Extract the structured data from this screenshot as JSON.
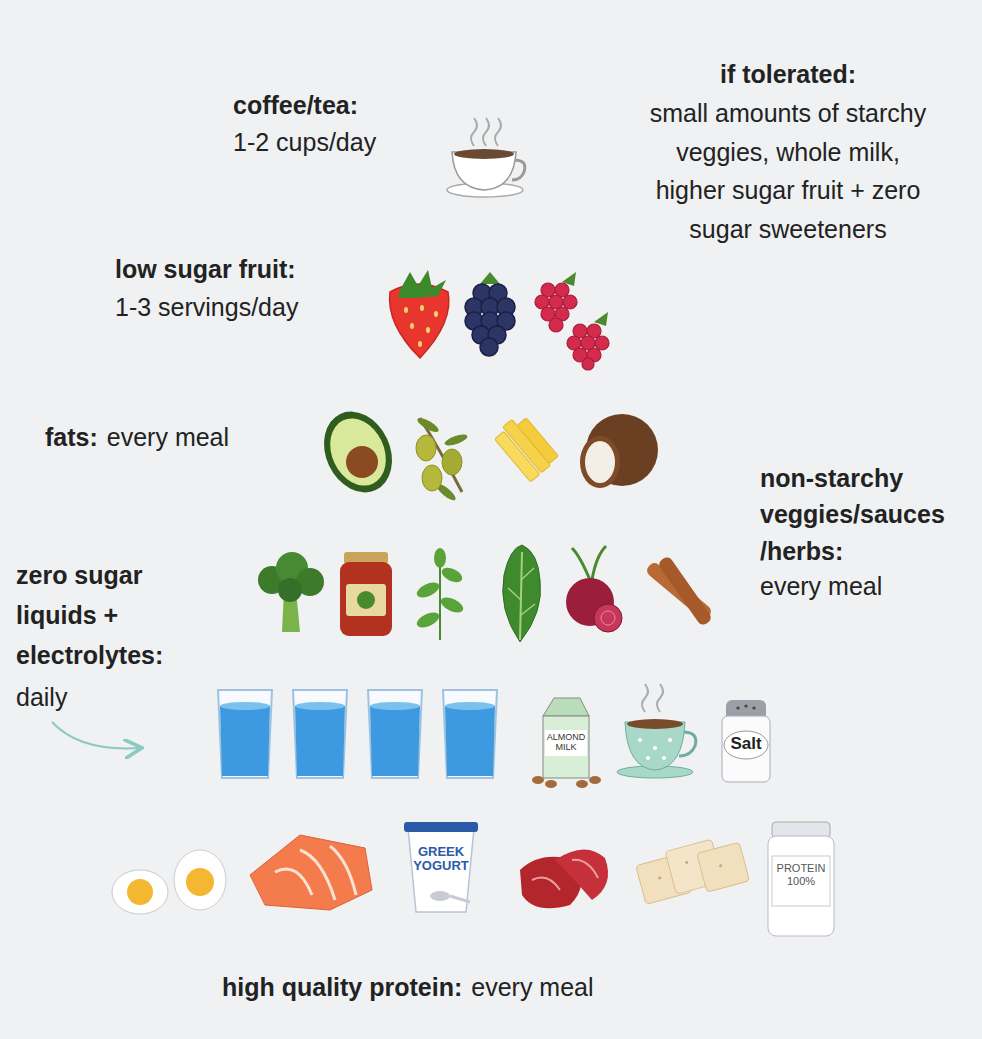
{
  "diagram": {
    "nodes": [
      {
        "text": [
          "coffee/tea:",
          "1-2 cups/day"
        ]
      },
      {
        "text": [
          "low sugar fruit:",
          "1-3 servings/day"
        ]
      },
      {
        "text": [
          "fats:",
          "every meal"
        ]
      },
      {
        "text": [
          "non-starchy veggies/sauces /herbs:",
          "every meal"
        ]
      },
      {
        "text": [
          "zero sugar liquids + electrolytes:",
          "daily"
        ]
      },
      {
        "text": [
          "high quality protein:",
          "every meal"
        ]
      },
      {
        "text": [
          "if tolerated:",
          "small amounts of starchy veggies, whole milk, higher sugar fruit + zero sugar sweeteners"
        ]
      }
    ],
    "labels": [
      "ALMOND MILK",
      "Salt",
      "GREEK YOGURT",
      "PROTEIN 100%"
    ]
  }
}
